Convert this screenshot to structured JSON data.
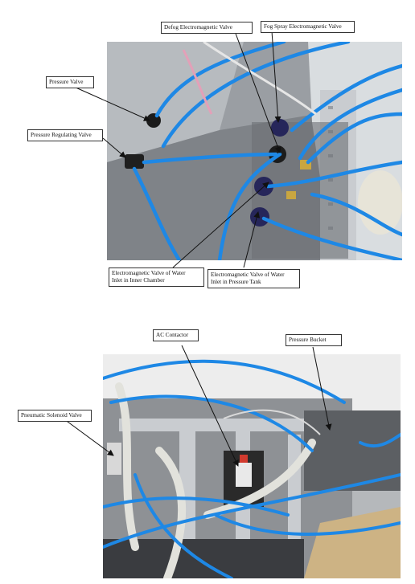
{
  "figure_top": {
    "labels": {
      "defog_valve": "Defog    Electromagnetic Valve",
      "fog_spray_valve": "Fog Spray Electromagnetic Valve",
      "pressure_valve": "Pressure  Valve",
      "pressure_regulating_valve": "Pressure Regulating Valve",
      "inner_chamber_valve": "Electromagnetic  Valve  of  Water\nInlet in Inner Chamber",
      "pressure_tank_valve": "Electromagnetic Valve of Water\nInlet in Pressure Tank"
    }
  },
  "figure_bottom": {
    "labels": {
      "ac_contactor": "AC Contactor",
      "pressure_bucket": "Pressure Bucket",
      "pneumatic_solenoid_valve": "Pneumatic Solenoid Valve"
    }
  },
  "colors": {
    "tube_blue": "#1e88e5",
    "panel_gray": "#8d9094",
    "rail_silver": "#c9ccd0"
  }
}
